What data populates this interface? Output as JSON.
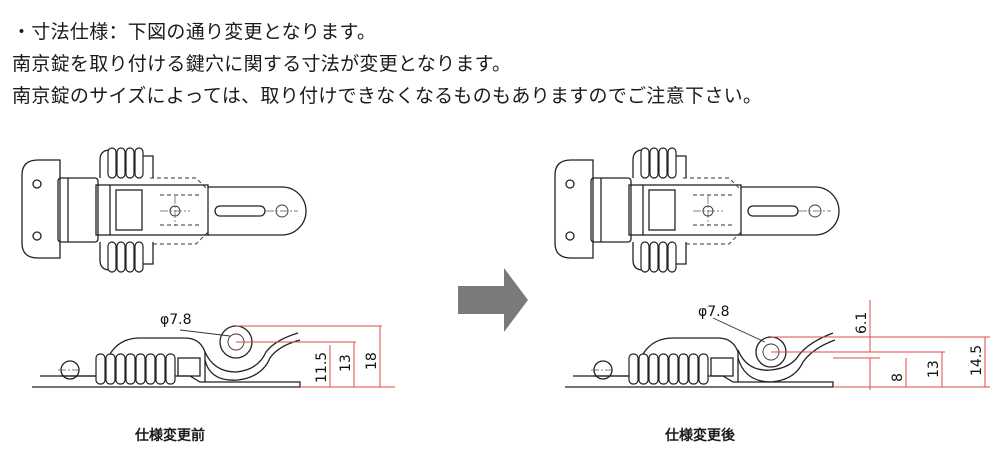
{
  "notes": [
    "・寸法仕様：下図の通り変更となります。",
    "南京錠を取り付ける鍵穴に関する寸法が変更となります。",
    "南京錠のサイズによっては、取り付けできなくなるものもありますのでご注意下さい。"
  ],
  "before": {
    "caption": "仕様変更前",
    "diameter_label": "φ7.8",
    "dim_labels": [
      "11.5",
      "13",
      "18"
    ]
  },
  "after": {
    "caption": "仕様変更後",
    "diameter_label": "φ7.8",
    "dim_labels": [
      "6.1",
      "8",
      "13",
      "14.5"
    ]
  },
  "colors": {
    "dimension": "#e04848",
    "arrow": "#7a7a7a",
    "line": "#222222"
  }
}
